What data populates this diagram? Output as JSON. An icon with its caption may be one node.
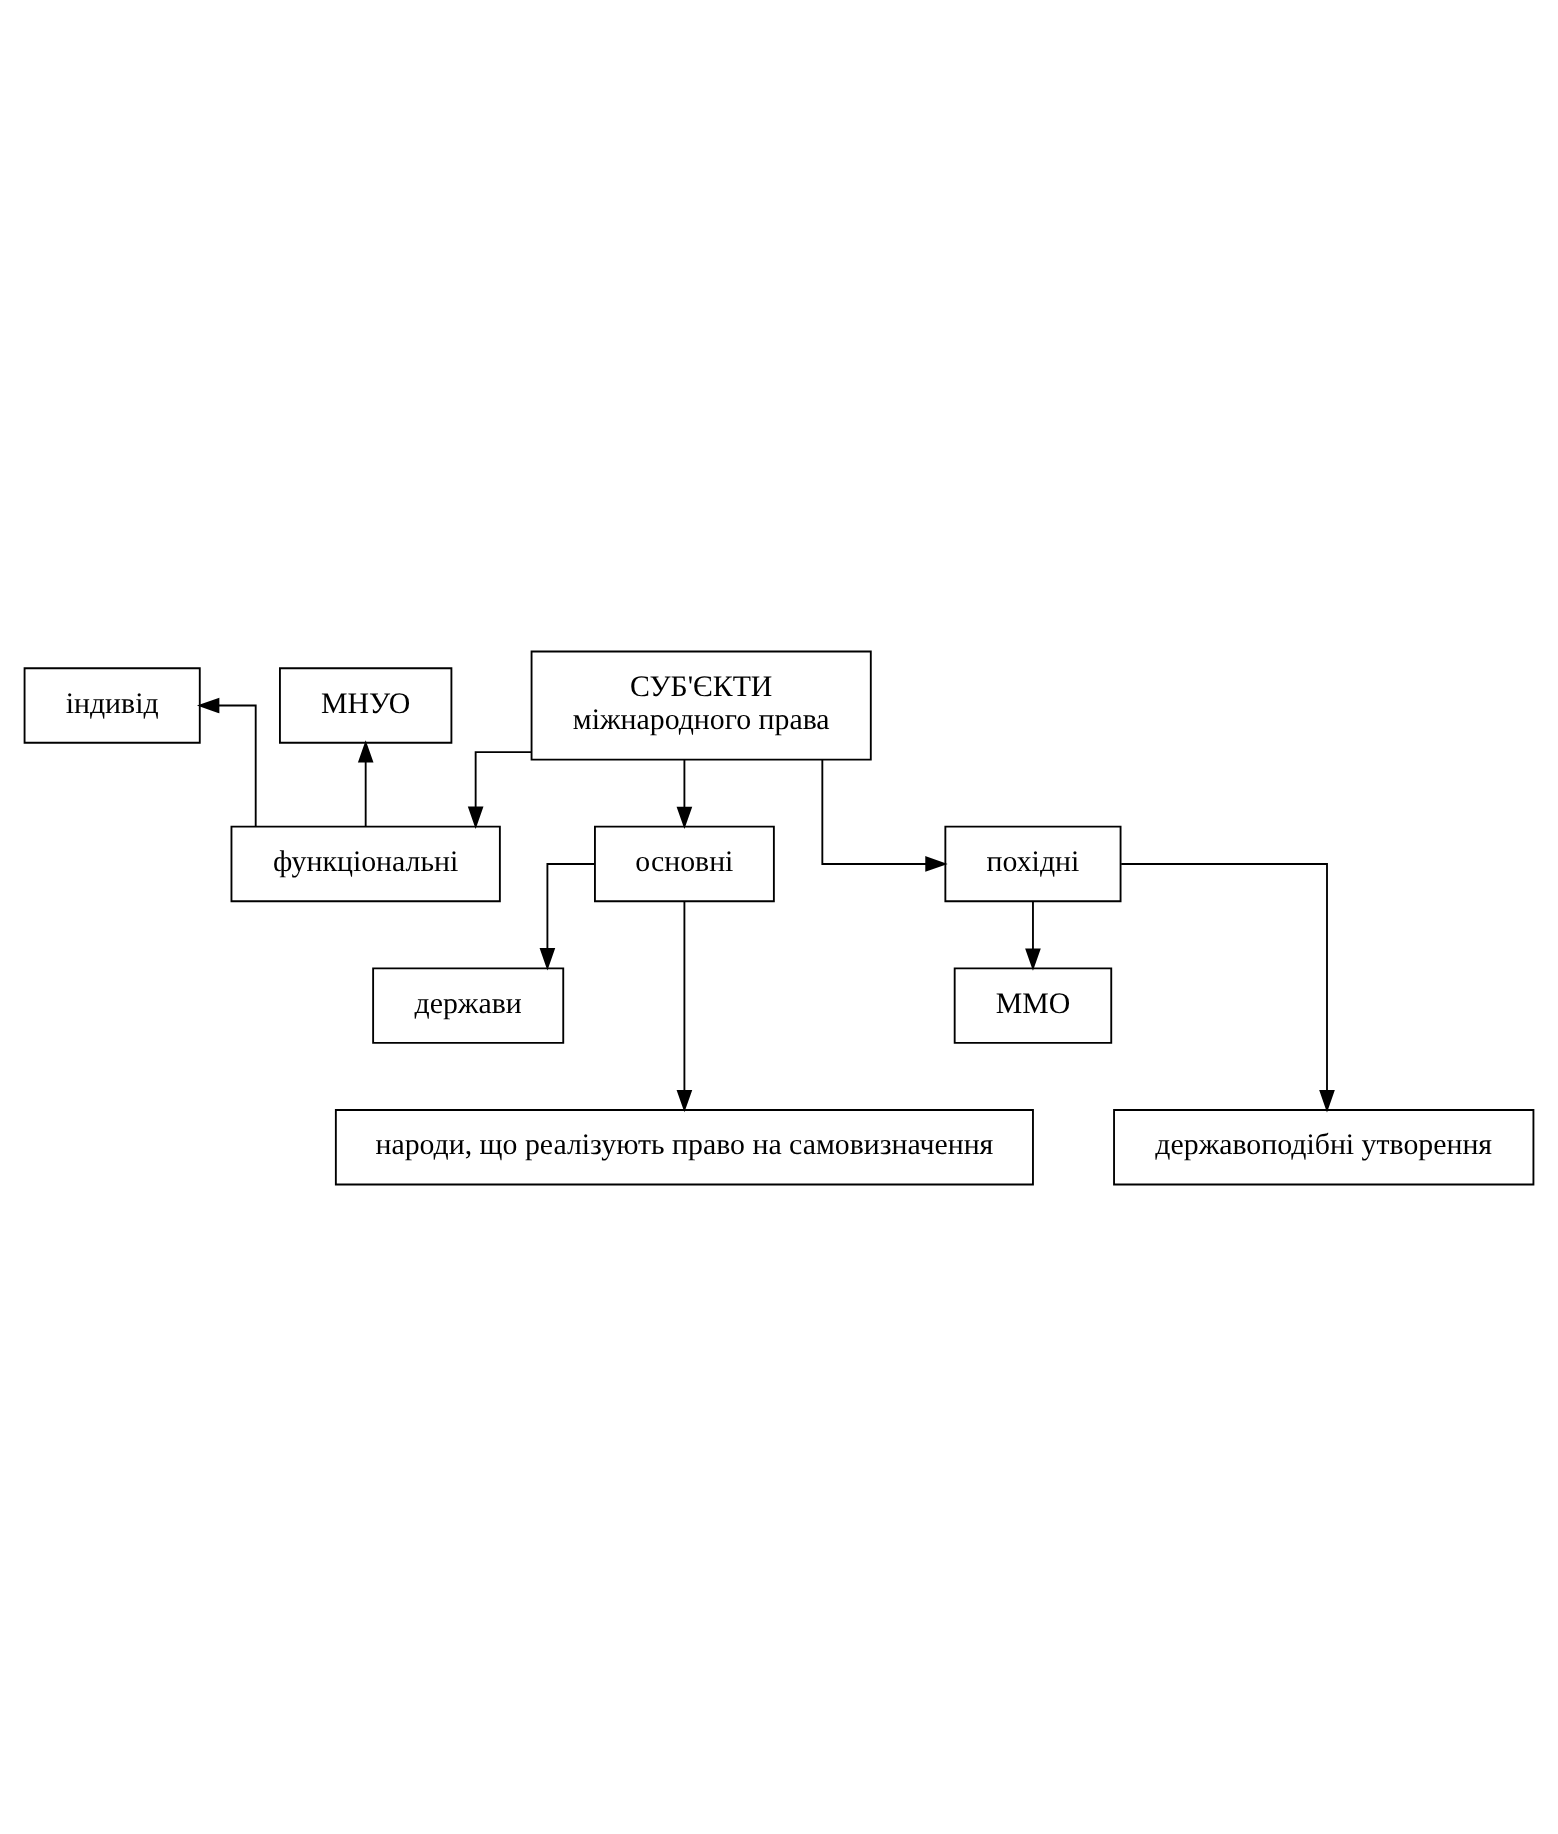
{
  "diagram": {
    "nodes": [
      {
        "text": [
          "індивід"
        ]
      },
      {
        "text": [
          "МНУО"
        ]
      },
      {
        "text": [
          "функціональні"
        ]
      },
      {
        "text": [
          "СУБ'ЄКТИ",
          "міжнародного права"
        ]
      },
      {
        "text": [
          "основні"
        ]
      },
      {
        "text": [
          "похідні"
        ]
      },
      {
        "text": [
          "держави"
        ]
      },
      {
        "text": [
          "народи, що реалізують право на самовизначення"
        ]
      },
      {
        "text": [
          "ММО"
        ]
      },
      {
        "text": [
          "державоподібні утворення"
        ]
      }
    ],
    "edges": [
      {
        "from": 2,
        "to": 0,
        "arrow": "to"
      },
      {
        "from": 2,
        "to": 1,
        "arrow": "to"
      },
      {
        "from": 3,
        "to": 2,
        "arrow": "to"
      },
      {
        "from": 3,
        "to": 4,
        "arrow": "to"
      },
      {
        "from": 3,
        "to": 5,
        "arrow": "to"
      },
      {
        "from": 4,
        "to": 6,
        "arrow": "to"
      },
      {
        "from": 4,
        "to": 7,
        "arrow": "to"
      },
      {
        "from": 5,
        "to": 8,
        "arrow": "to"
      },
      {
        "from": 5,
        "to": 9,
        "arrow": "to"
      }
    ]
  }
}
